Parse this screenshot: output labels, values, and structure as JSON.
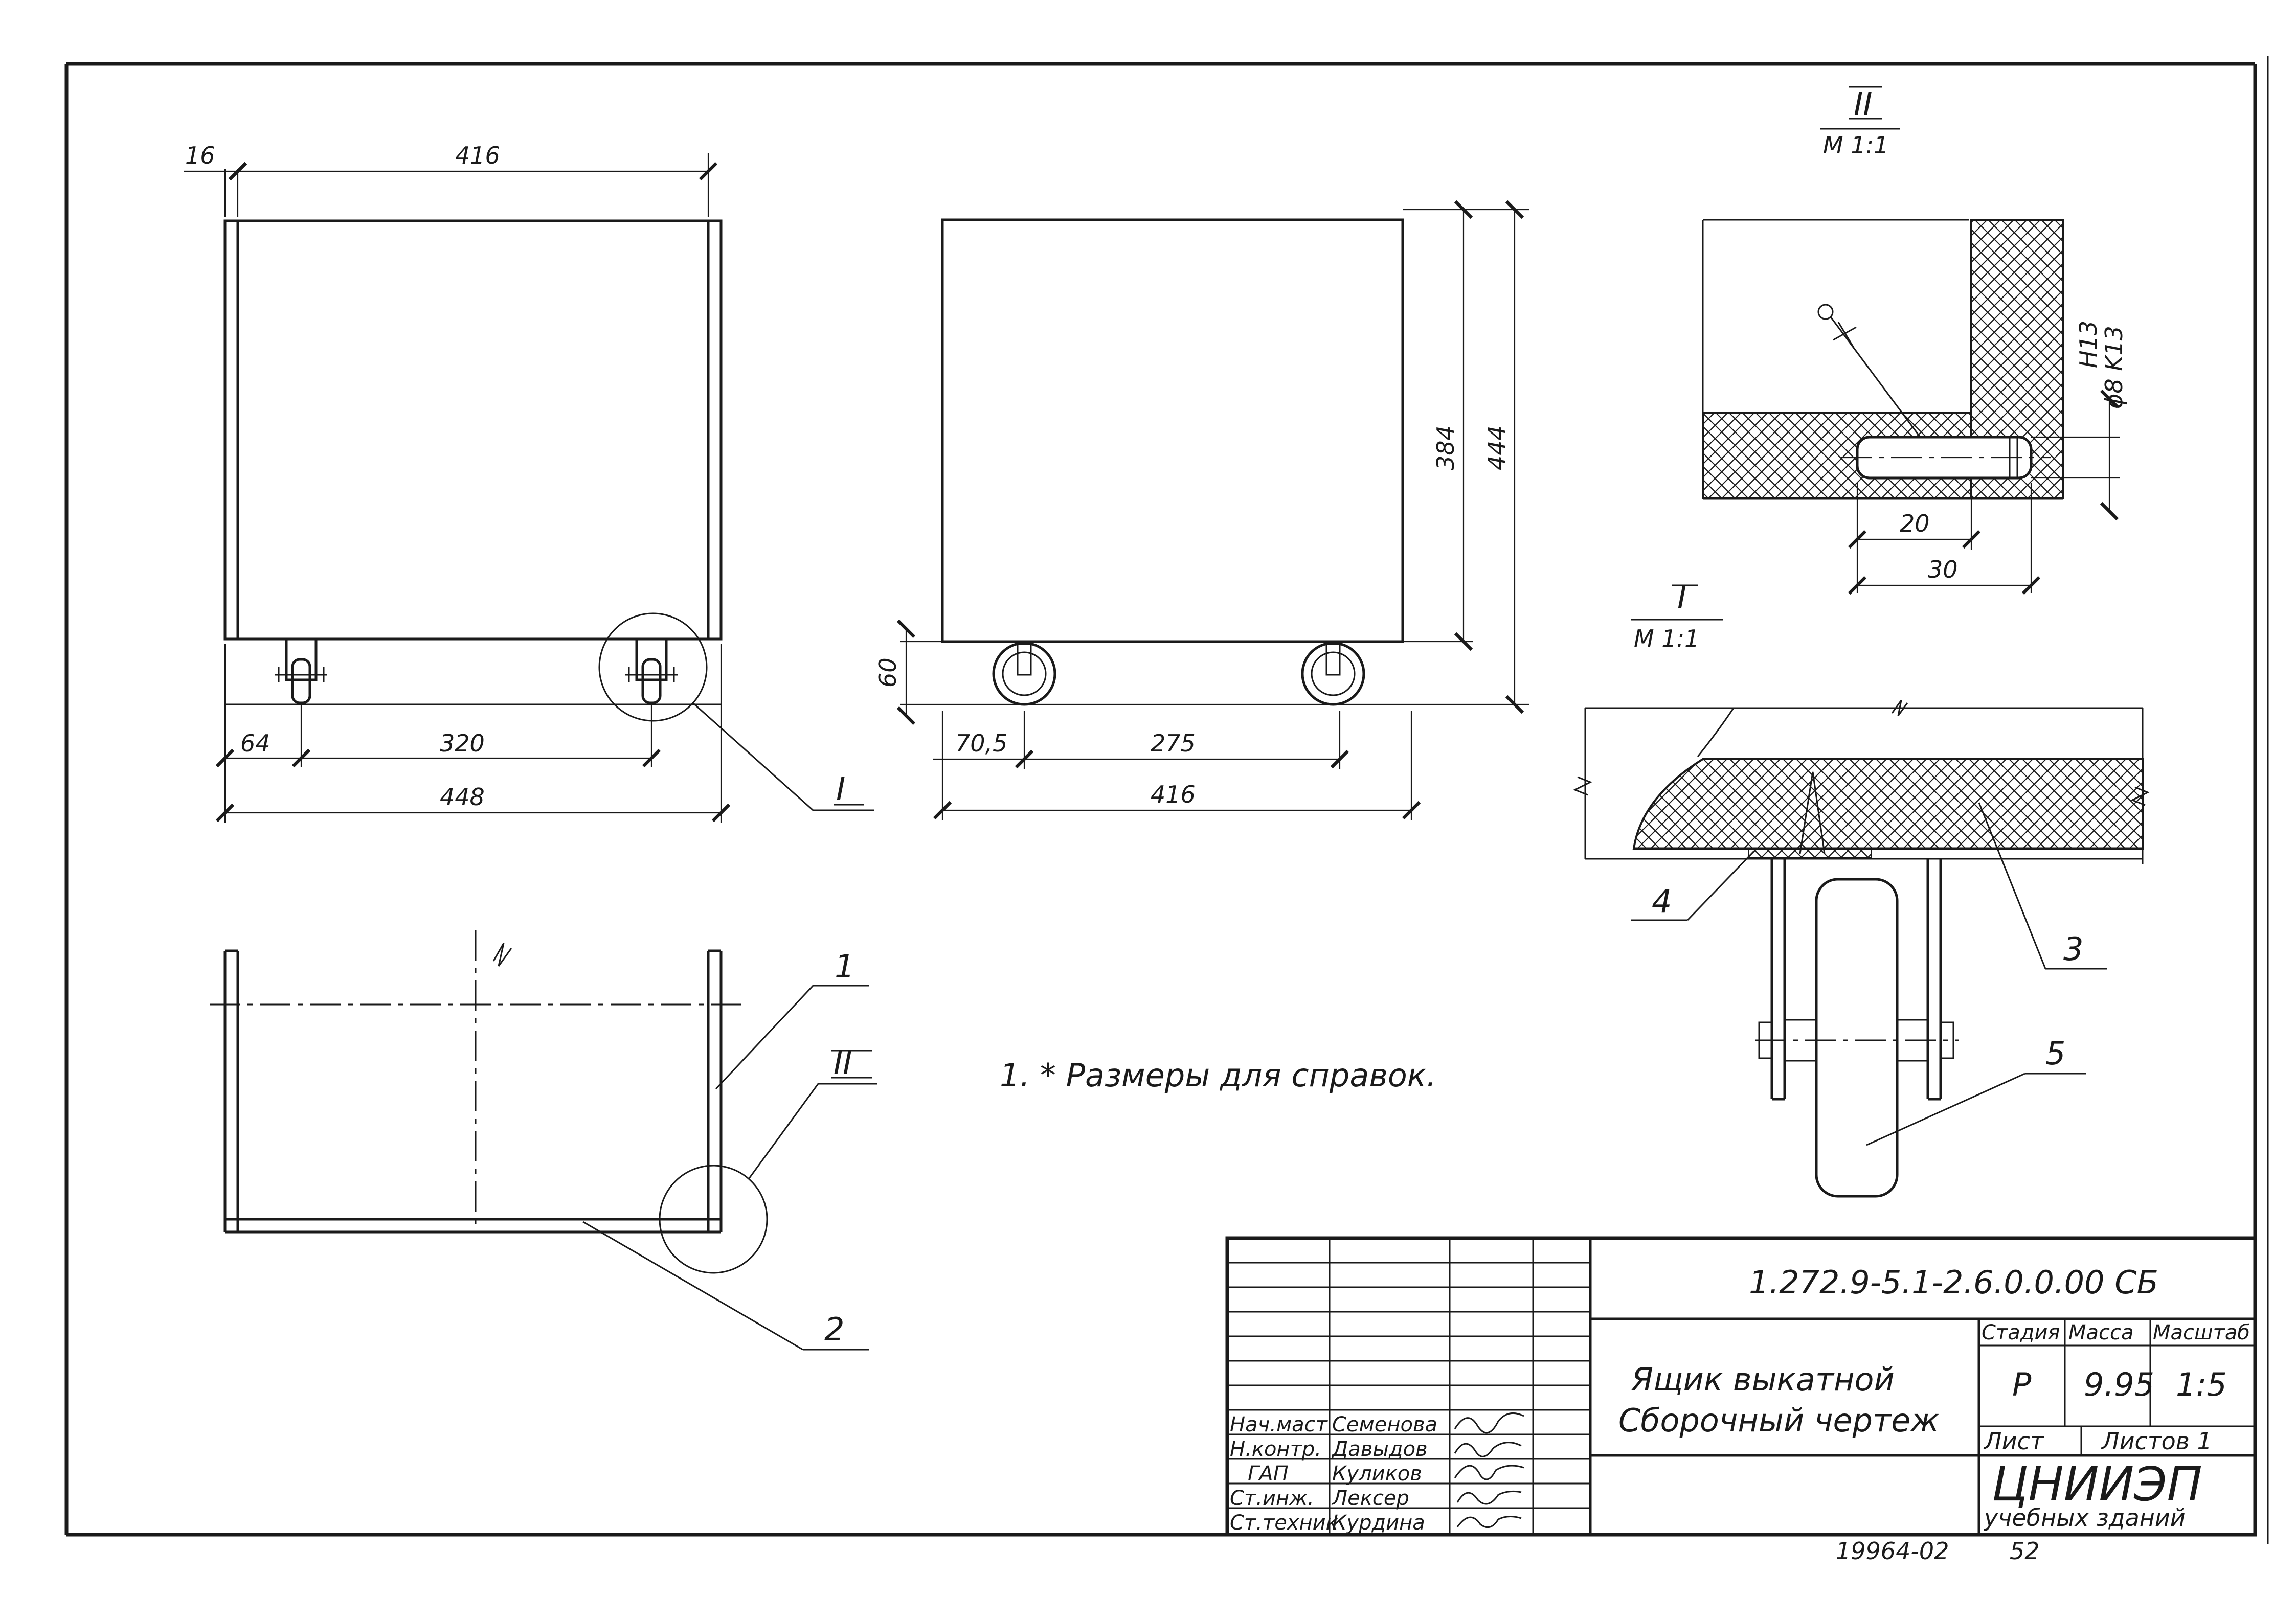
{
  "views": {
    "front": {
      "dims": {
        "side": "16",
        "top": "416",
        "offset": "64",
        "base": "320",
        "total": "448"
      },
      "callout_detail": "I"
    },
    "side": {
      "dims": {
        "inner_h": "384",
        "outer_h": "444",
        "wheel_h": "60",
        "offset": "70,5",
        "base": "275",
        "total": "416"
      }
    },
    "plan": {
      "callout_detail": "II",
      "positions": [
        "1",
        "2"
      ]
    },
    "detail_II": {
      "label": "II",
      "scale": "M 1:1",
      "fit_top": "H13",
      "fit_bot": "ϕ8 K13",
      "dim_a": "20",
      "dim_b": "30"
    },
    "detail_I": {
      "label": "I",
      "scale": "M 1:1",
      "positions": [
        "3",
        "4",
        "5"
      ]
    }
  },
  "note": "1. * Размеры для справок.",
  "title_block": {
    "designation": "1.272.9-5.1-2.6.0.0.00 СБ",
    "title_line1": "Ящик выкатной",
    "title_line2": "Сборочный чертеж",
    "col_stage": "Стадия",
    "col_mass": "Масса",
    "col_scale": "Масштаб",
    "stage": "Р",
    "mass": "9.95",
    "scale": "1:5",
    "sheet_label": "Лист",
    "sheets_label": "Листов 1",
    "org_line1": "ЦНИИЭП",
    "org_line2": "учебных зданий",
    "signers": [
      {
        "role": "Нач.маст",
        "name": "Семенова"
      },
      {
        "role": "Н.контр.",
        "name": "Давыдов"
      },
      {
        "role": "ГАП",
        "name": "Куликов"
      },
      {
        "role": "Ст.инж.",
        "name": "Лексер"
      },
      {
        "role": "Ст.техник",
        "name": "Курдина"
      }
    ]
  },
  "footer": {
    "archive_no": "19964-02",
    "page": "52"
  }
}
